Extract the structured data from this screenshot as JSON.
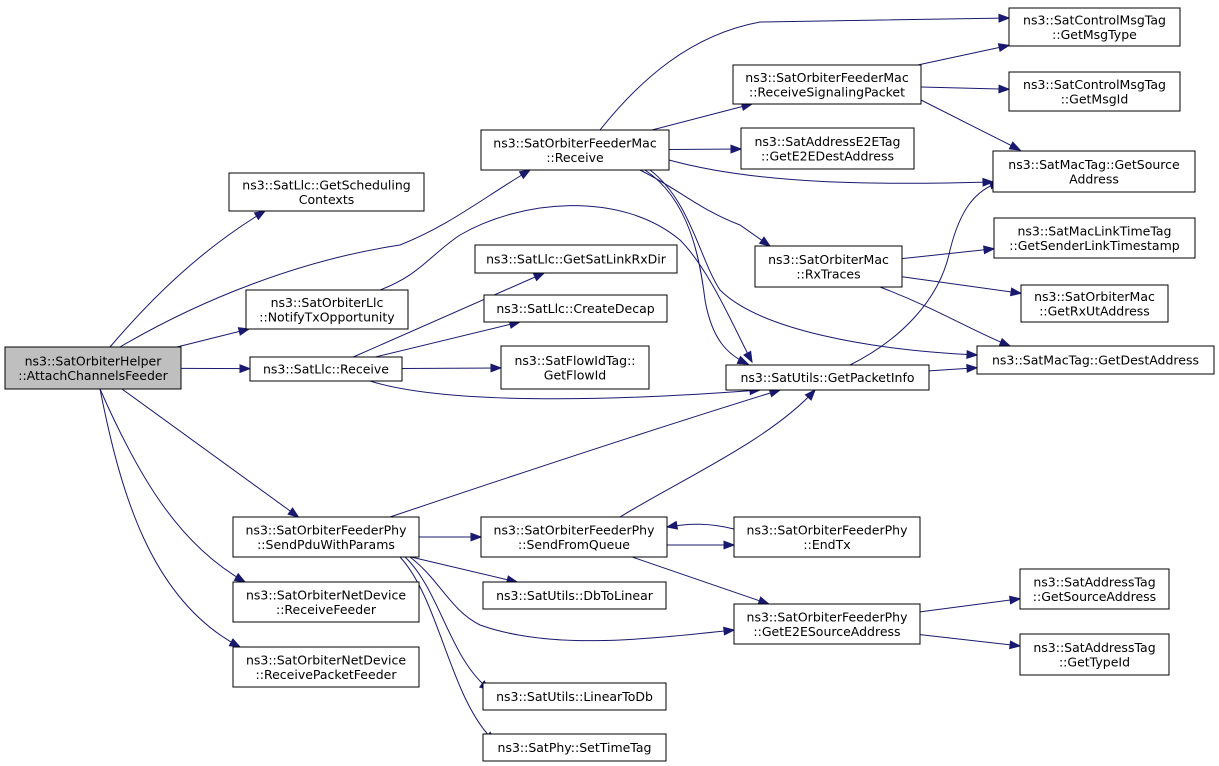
{
  "nodes": {
    "root": {
      "lines": [
        "ns3::SatOrbiterHelper",
        "::AttachChannelsFeeder"
      ]
    },
    "llc_getsched": {
      "lines": [
        "ns3::SatLlc::GetScheduling",
        "Contexts"
      ]
    },
    "llc_notify": {
      "lines": [
        "ns3::SatOrbiterLlc",
        "::NotifyTxOpportunity"
      ]
    },
    "llc_receive": {
      "lines": [
        "ns3::SatLlc::Receive"
      ]
    },
    "feedermac_receive": {
      "lines": [
        "ns3::SatOrbiterFeederMac",
        "::Receive"
      ]
    },
    "feederphy_sendpdu": {
      "lines": [
        "ns3::SatOrbiterFeederPhy",
        "::SendPduWithParams"
      ]
    },
    "netdev_recvfeeder": {
      "lines": [
        "ns3::SatOrbiterNetDevice",
        "::ReceiveFeeder"
      ]
    },
    "netdev_recvpacketfeeder": {
      "lines": [
        "ns3::SatOrbiterNetDevice",
        "::ReceivePacketFeeder"
      ]
    },
    "llc_getsatlinkrxdir": {
      "lines": [
        "ns3::SatLlc::GetSatLinkRxDir"
      ]
    },
    "llc_createdecap": {
      "lines": [
        "ns3::SatLlc::CreateDecap"
      ]
    },
    "flowidtag_getflowid": {
      "lines": [
        "ns3::SatFlowIdTag::",
        "GetFlowId"
      ]
    },
    "feedermac_recvsignaling": {
      "lines": [
        "ns3::SatOrbiterFeederMac",
        "::ReceiveSignalingPacket"
      ]
    },
    "addre2etag_getdest": {
      "lines": [
        "ns3::SatAddressE2ETag",
        "::GetE2EDestAddress"
      ]
    },
    "orbitermac_rxtraces": {
      "lines": [
        "ns3::SatOrbiterMac",
        "::RxTraces"
      ]
    },
    "utils_getpacketinfo": {
      "lines": [
        "ns3::SatUtils::GetPacketInfo"
      ]
    },
    "feederphy_sendfromqueue": {
      "lines": [
        "ns3::SatOrbiterFeederPhy",
        "::SendFromQueue"
      ]
    },
    "utils_dbtolinear": {
      "lines": [
        "ns3::SatUtils::DbToLinear"
      ]
    },
    "utils_lineartodb": {
      "lines": [
        "ns3::SatUtils::LinearToDb"
      ]
    },
    "phy_settimetag": {
      "lines": [
        "ns3::SatPhy::SetTimeTag"
      ]
    },
    "feederphy_endtx": {
      "lines": [
        "ns3::SatOrbiterFeederPhy",
        "::EndTx"
      ]
    },
    "feederphy_gete2esource": {
      "lines": [
        "ns3::SatOrbiterFeederPhy",
        "::GetE2ESourceAddress"
      ]
    },
    "ctrlmsgtag_getmsgtype": {
      "lines": [
        "ns3::SatControlMsgTag",
        "::GetMsgType"
      ]
    },
    "ctrlmsgtag_getmsgid": {
      "lines": [
        "ns3::SatControlMsgTag",
        "::GetMsgId"
      ]
    },
    "mactag_getsource": {
      "lines": [
        "ns3::SatMacTag::GetSource",
        "Address"
      ]
    },
    "maclinktimetag_getsender": {
      "lines": [
        "ns3::SatMacLinkTimeTag",
        "::GetSenderLinkTimestamp"
      ]
    },
    "orbitermac_getrxut": {
      "lines": [
        "ns3::SatOrbiterMac",
        "::GetRxUtAddress"
      ]
    },
    "mactag_getdest": {
      "lines": [
        "ns3::SatMacTag::GetDestAddress"
      ]
    },
    "addrtag_getsource": {
      "lines": [
        "ns3::SatAddressTag",
        "::GetSourceAddress"
      ]
    },
    "addrtag_gettypeid": {
      "lines": [
        "ns3::SatAddressTag",
        "::GetTypeId"
      ]
    }
  },
  "edges": [
    [
      "root",
      "llc_getsched"
    ],
    [
      "root",
      "llc_notify"
    ],
    [
      "root",
      "llc_receive"
    ],
    [
      "root",
      "feedermac_receive"
    ],
    [
      "root",
      "feederphy_sendpdu"
    ],
    [
      "root",
      "netdev_recvfeeder"
    ],
    [
      "root",
      "netdev_recvpacketfeeder"
    ],
    [
      "llc_notify",
      "utils_getpacketinfo"
    ],
    [
      "llc_receive",
      "llc_getsatlinkrxdir"
    ],
    [
      "llc_receive",
      "llc_createdecap"
    ],
    [
      "llc_receive",
      "flowidtag_getflowid"
    ],
    [
      "llc_receive",
      "utils_getpacketinfo"
    ],
    [
      "feedermac_receive",
      "feedermac_recvsignaling"
    ],
    [
      "feedermac_receive",
      "addre2etag_getdest"
    ],
    [
      "feedermac_receive",
      "orbitermac_rxtraces"
    ],
    [
      "feedermac_receive",
      "utils_getpacketinfo"
    ],
    [
      "feedermac_receive",
      "ctrlmsgtag_getmsgtype"
    ],
    [
      "feedermac_receive",
      "mactag_getsource"
    ],
    [
      "feedermac_receive",
      "mactag_getdest"
    ],
    [
      "feedermac_recvsignaling",
      "ctrlmsgtag_getmsgtype"
    ],
    [
      "feedermac_recvsignaling",
      "ctrlmsgtag_getmsgid"
    ],
    [
      "feedermac_recvsignaling",
      "mactag_getsource"
    ],
    [
      "orbitermac_rxtraces",
      "maclinktimetag_getsender"
    ],
    [
      "orbitermac_rxtraces",
      "orbitermac_getrxut"
    ],
    [
      "orbitermac_rxtraces",
      "mactag_getdest"
    ],
    [
      "utils_getpacketinfo",
      "mactag_getsource"
    ],
    [
      "utils_getpacketinfo",
      "mactag_getdest"
    ],
    [
      "feederphy_sendpdu",
      "utils_getpacketinfo"
    ],
    [
      "feederphy_sendpdu",
      "feederphy_sendfromqueue"
    ],
    [
      "feederphy_sendpdu",
      "utils_dbtolinear"
    ],
    [
      "feederphy_sendpdu",
      "feederphy_gete2esource"
    ],
    [
      "feederphy_sendpdu",
      "utils_lineartodb"
    ],
    [
      "feederphy_sendpdu",
      "phy_settimetag"
    ],
    [
      "feederphy_sendfromqueue",
      "utils_getpacketinfo"
    ],
    [
      "feederphy_sendfromqueue",
      "feederphy_endtx"
    ],
    [
      "feederphy_sendfromqueue",
      "feederphy_gete2esource"
    ],
    [
      "feederphy_endtx",
      "feederphy_sendfromqueue"
    ],
    [
      "feederphy_gete2esource",
      "addrtag_getsource"
    ],
    [
      "feederphy_gete2esource",
      "addrtag_gettypeid"
    ]
  ]
}
